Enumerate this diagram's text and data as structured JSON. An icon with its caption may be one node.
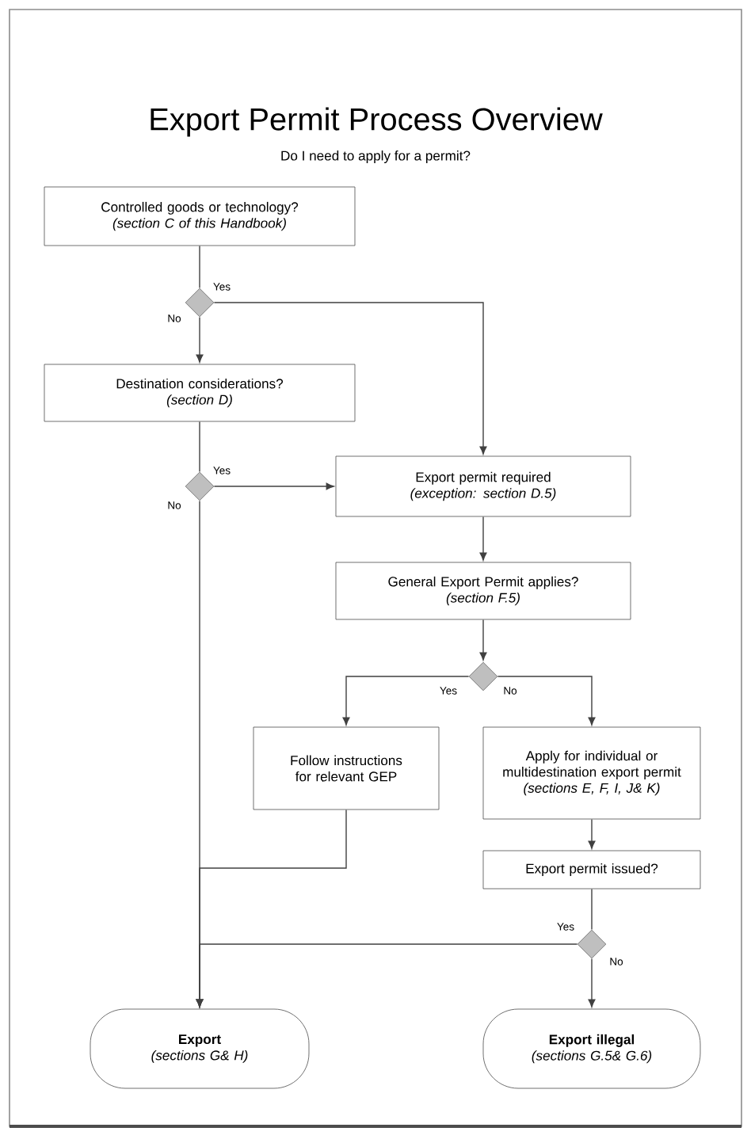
{
  "diagram": {
    "title": "Export Permit Process Overview",
    "nodes": [
      {
        "text": [
          "Controlled goods or technology?",
          "(section C of this Handbook)"
        ]
      },
      {
        "text": [],
        "shape": "diamond"
      },
      {
        "text": [
          "Destination considerations?",
          "(section D)"
        ]
      },
      {
        "text": [],
        "shape": "diamond"
      },
      {
        "text": [
          "Export permit required",
          "(exception: section D.5)"
        ]
      },
      {
        "text": [
          "General Export Permit applies?",
          "(section F.5)"
        ]
      },
      {
        "text": [],
        "shape": "diamond"
      },
      {
        "text": [
          "Follow instructions for relevant GEP"
        ]
      },
      {
        "text": [
          "Apply for individual or multidestination export permit",
          "(sections E, F, I, J& K)"
        ]
      },
      {
        "text": [
          "Export permit issued?"
        ]
      },
      {
        "text": [],
        "shape": "diamond"
      },
      {
        "text": [
          "Export",
          "(sections G& H)"
        ]
      },
      {
        "text": [
          "Export illegal",
          "(sections G.5& G.6)"
        ]
      }
    ],
    "edges": [
      {
        "from": 0,
        "to": 1,
        "arrow": "none"
      },
      {
        "from": 1,
        "to": 2,
        "arrow": "to",
        "label": "No"
      },
      {
        "from": 1,
        "to": 4,
        "arrow": "to",
        "label": "Yes"
      },
      {
        "from": 2,
        "to": 3,
        "arrow": "none"
      },
      {
        "from": 3,
        "to": 4,
        "arrow": "to",
        "label": "Yes"
      },
      {
        "from": 3,
        "to": 11,
        "arrow": "to",
        "label": "No"
      },
      {
        "from": 4,
        "to": 5,
        "arrow": "to"
      },
      {
        "from": 5,
        "to": 6,
        "arrow": "to"
      },
      {
        "from": 6,
        "to": 7,
        "arrow": "to",
        "label": "Yes"
      },
      {
        "from": 6,
        "to": 8,
        "arrow": "to",
        "label": "No"
      },
      {
        "from": 8,
        "to": 9,
        "arrow": "to"
      },
      {
        "from": 9,
        "to": 10,
        "arrow": "none"
      },
      {
        "from": 10,
        "to": 11,
        "arrow": "to",
        "label": "Yes"
      },
      {
        "from": 10,
        "to": 12,
        "arrow": "to",
        "label": "No"
      },
      {
        "from": 7,
        "to": 11,
        "arrow": "to"
      }
    ],
    "labels": [
      "Do I need to apply for a permit?"
    ]
  }
}
